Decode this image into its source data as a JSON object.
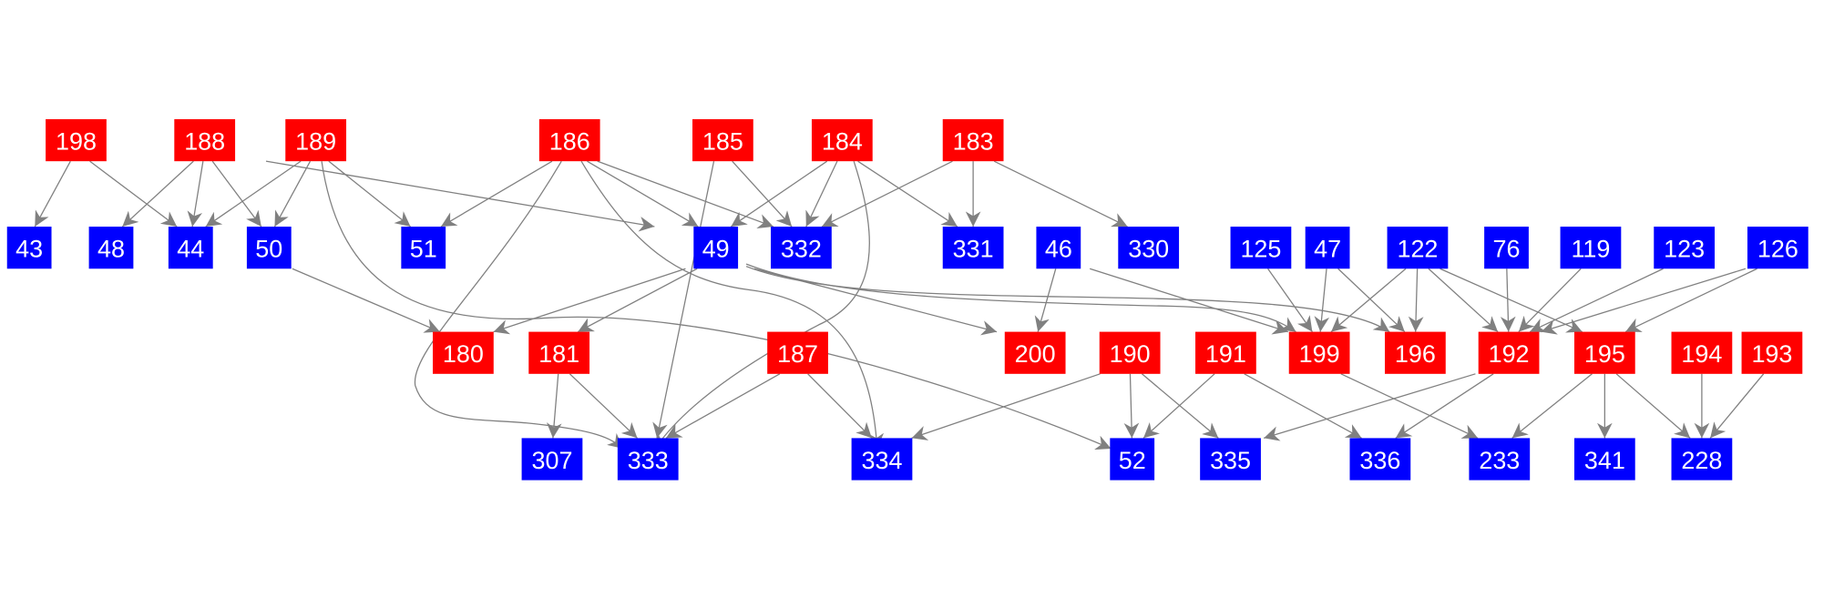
{
  "colors": {
    "red_node": "#ff0000",
    "blue_node": "#0000ff",
    "edge": "#808080"
  },
  "nodes": [
    {
      "id": "198",
      "color": "red"
    },
    {
      "id": "188",
      "color": "red"
    },
    {
      "id": "189",
      "color": "red"
    },
    {
      "id": "186",
      "color": "red"
    },
    {
      "id": "185",
      "color": "red"
    },
    {
      "id": "184",
      "color": "red"
    },
    {
      "id": "183",
      "color": "red"
    },
    {
      "id": "43",
      "color": "blue"
    },
    {
      "id": "48",
      "color": "blue"
    },
    {
      "id": "44",
      "color": "blue"
    },
    {
      "id": "50",
      "color": "blue"
    },
    {
      "id": "51",
      "color": "blue"
    },
    {
      "id": "49",
      "color": "blue"
    },
    {
      "id": "332",
      "color": "blue"
    },
    {
      "id": "331",
      "color": "blue"
    },
    {
      "id": "46",
      "color": "blue"
    },
    {
      "id": "330",
      "color": "blue"
    },
    {
      "id": "125",
      "color": "blue"
    },
    {
      "id": "47",
      "color": "blue"
    },
    {
      "id": "122",
      "color": "blue"
    },
    {
      "id": "76",
      "color": "blue"
    },
    {
      "id": "119",
      "color": "blue"
    },
    {
      "id": "123",
      "color": "blue"
    },
    {
      "id": "126",
      "color": "blue"
    },
    {
      "id": "180",
      "color": "red"
    },
    {
      "id": "181",
      "color": "red"
    },
    {
      "id": "187",
      "color": "red"
    },
    {
      "id": "200",
      "color": "red"
    },
    {
      "id": "190",
      "color": "red"
    },
    {
      "id": "191",
      "color": "red"
    },
    {
      "id": "199",
      "color": "red"
    },
    {
      "id": "196",
      "color": "red"
    },
    {
      "id": "192",
      "color": "red"
    },
    {
      "id": "195",
      "color": "red"
    },
    {
      "id": "194",
      "color": "red"
    },
    {
      "id": "193",
      "color": "red"
    },
    {
      "id": "307",
      "color": "blue"
    },
    {
      "id": "333",
      "color": "blue"
    },
    {
      "id": "334",
      "color": "blue"
    },
    {
      "id": "52",
      "color": "blue"
    },
    {
      "id": "335",
      "color": "blue"
    },
    {
      "id": "336",
      "color": "blue"
    },
    {
      "id": "233",
      "color": "blue"
    },
    {
      "id": "341",
      "color": "blue"
    },
    {
      "id": "228",
      "color": "blue"
    }
  ],
  "edges": [
    [
      "198",
      "43"
    ],
    [
      "198",
      "44"
    ],
    [
      "188",
      "48"
    ],
    [
      "188",
      "44"
    ],
    [
      "188",
      "50"
    ],
    [
      "188",
      "49"
    ],
    [
      "189",
      "44"
    ],
    [
      "189",
      "50"
    ],
    [
      "189",
      "51"
    ],
    [
      "189",
      "52"
    ],
    [
      "186",
      "51"
    ],
    [
      "186",
      "333"
    ],
    [
      "186",
      "49"
    ],
    [
      "186",
      "332"
    ],
    [
      "186",
      "334"
    ],
    [
      "185",
      "332"
    ],
    [
      "185",
      "333"
    ],
    [
      "184",
      "49"
    ],
    [
      "184",
      "332"
    ],
    [
      "184",
      "331"
    ],
    [
      "184",
      "333"
    ],
    [
      "183",
      "332"
    ],
    [
      "183",
      "331"
    ],
    [
      "183",
      "330"
    ],
    [
      "50",
      "180"
    ],
    [
      "49",
      "180"
    ],
    [
      "49",
      "181"
    ],
    [
      "49",
      "200"
    ],
    [
      "49",
      "199"
    ],
    [
      "49",
      "196"
    ],
    [
      "46",
      "200"
    ],
    [
      "46",
      "199"
    ],
    [
      "125",
      "199"
    ],
    [
      "47",
      "199"
    ],
    [
      "47",
      "196"
    ],
    [
      "122",
      "199"
    ],
    [
      "122",
      "196"
    ],
    [
      "122",
      "192"
    ],
    [
      "122",
      "195"
    ],
    [
      "76",
      "192"
    ],
    [
      "119",
      "192"
    ],
    [
      "123",
      "192"
    ],
    [
      "126",
      "192"
    ],
    [
      "126",
      "195"
    ],
    [
      "181",
      "307"
    ],
    [
      "181",
      "333"
    ],
    [
      "187",
      "333"
    ],
    [
      "187",
      "334"
    ],
    [
      "190",
      "334"
    ],
    [
      "190",
      "52"
    ],
    [
      "190",
      "335"
    ],
    [
      "191",
      "52"
    ],
    [
      "191",
      "336"
    ],
    [
      "199",
      "233"
    ],
    [
      "192",
      "335"
    ],
    [
      "192",
      "336"
    ],
    [
      "195",
      "233"
    ],
    [
      "195",
      "341"
    ],
    [
      "195",
      "228"
    ],
    [
      "194",
      "228"
    ],
    [
      "193",
      "228"
    ]
  ]
}
